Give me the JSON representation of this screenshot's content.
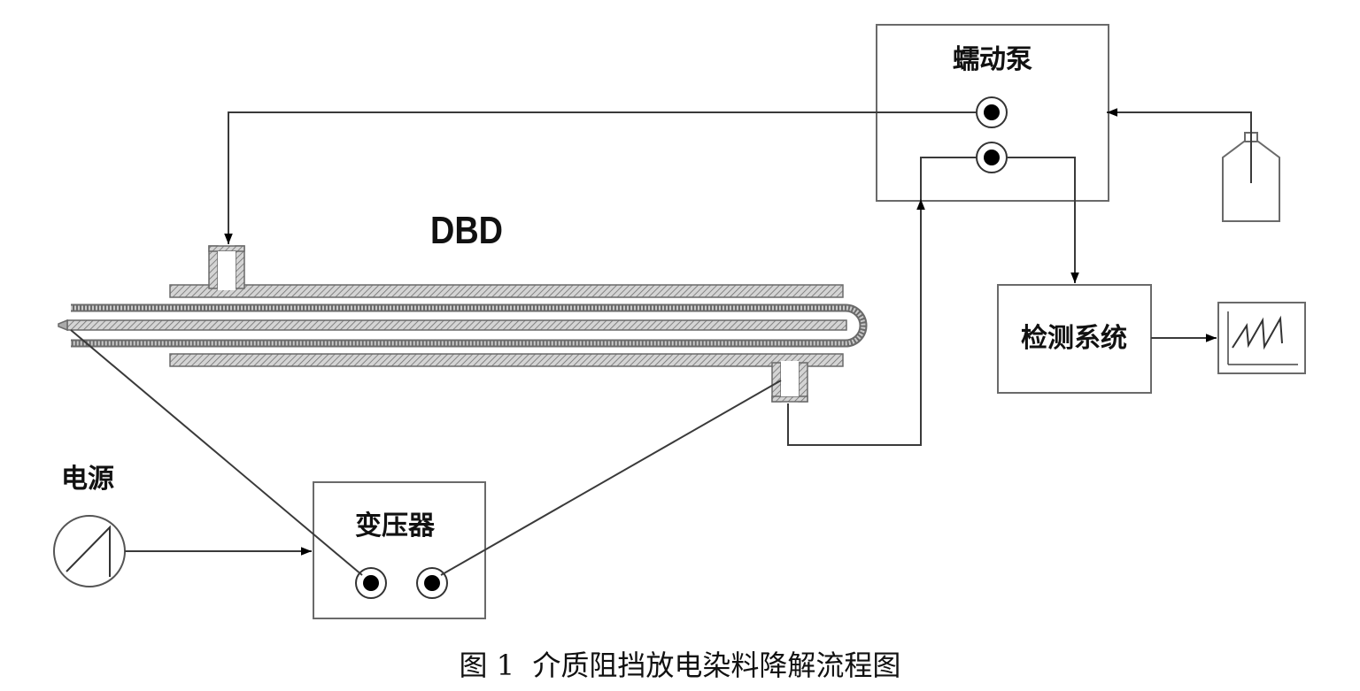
{
  "labels": {
    "peristaltic_pump": "蠕动泵",
    "detection_system": "检测系统",
    "dbd": "DBD",
    "power_source": "电源",
    "transformer": "变压器"
  },
  "caption": "图 1  介质阻挡放电染料降解流程图",
  "colors": {
    "line": "#3a3a3a",
    "box_stroke": "#6a6a6a",
    "hatch": "#8a8a8a",
    "text": "#111111",
    "background": "#ffffff"
  }
}
